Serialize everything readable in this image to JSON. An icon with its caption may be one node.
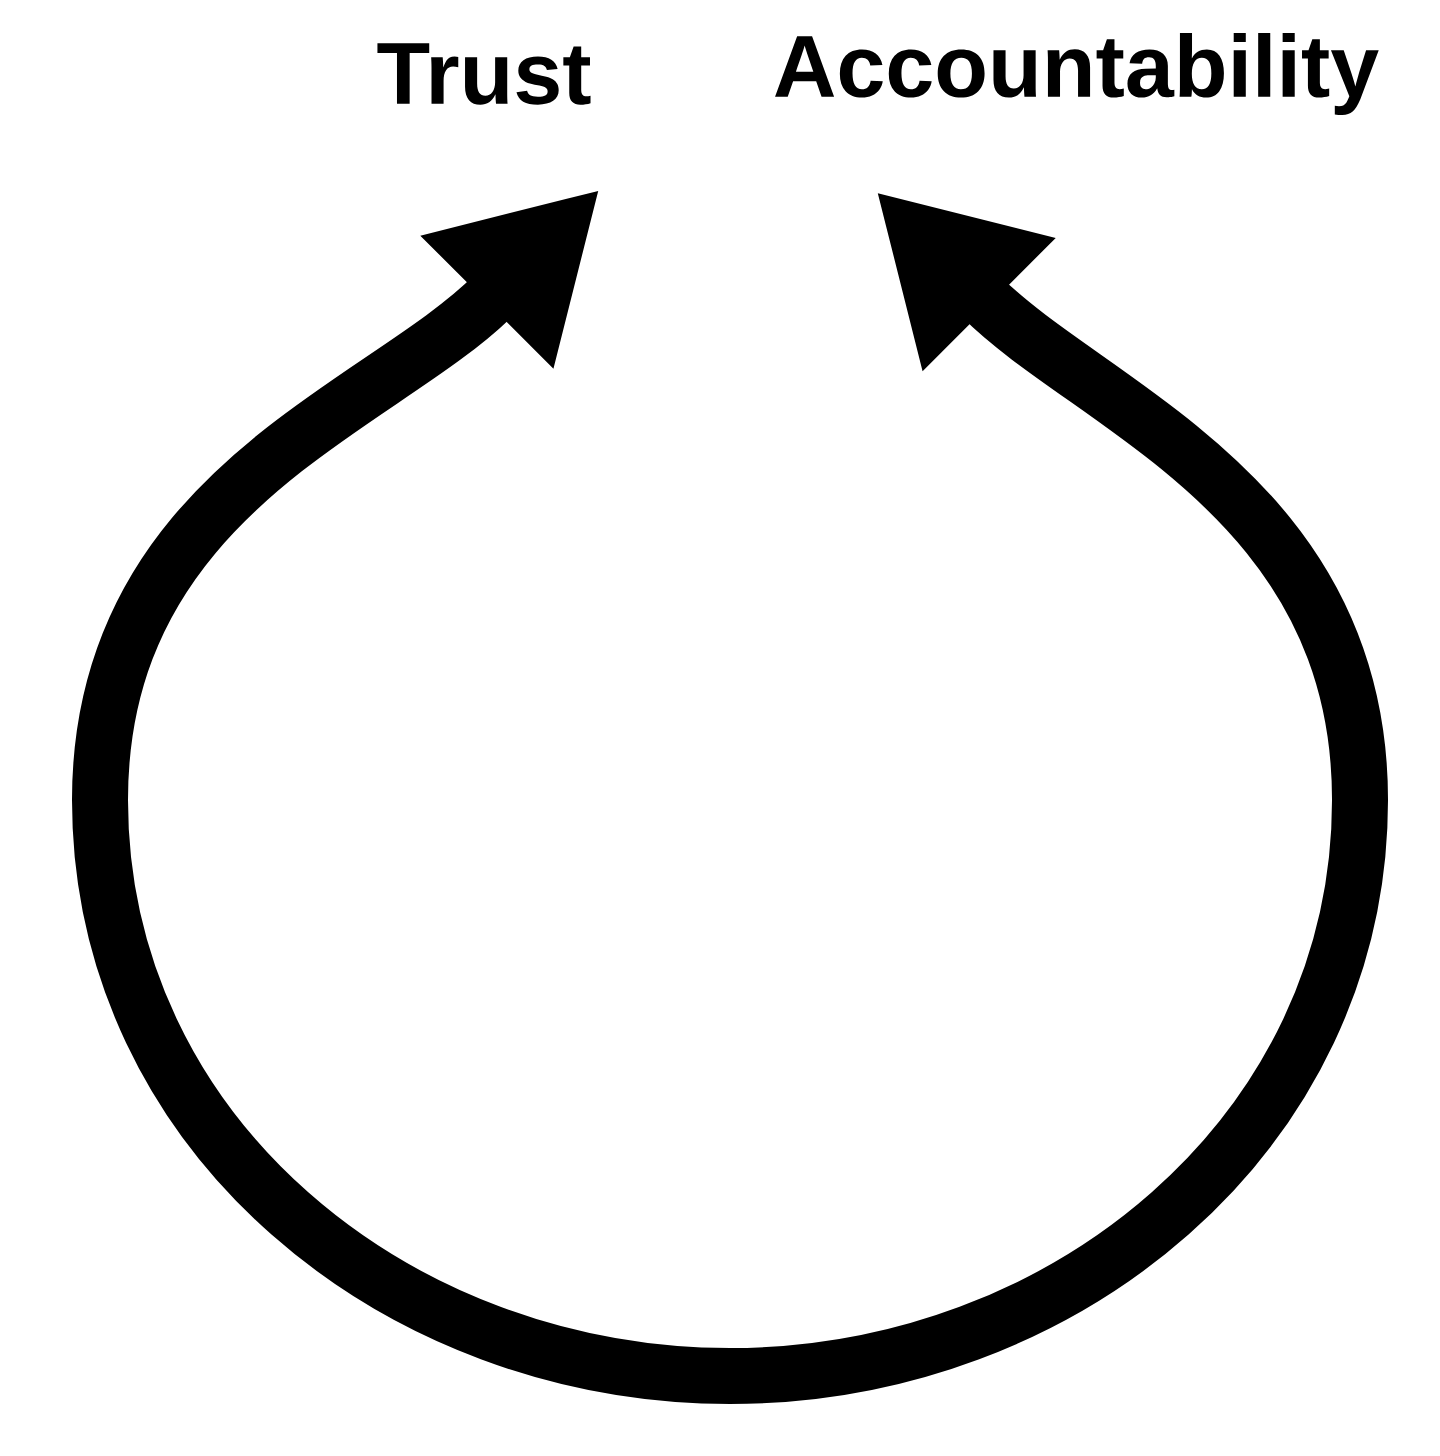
{
  "diagram": {
    "nodes": [
      {
        "text": [
          "Trust"
        ]
      },
      {
        "text": [
          "Accountability"
        ]
      }
    ],
    "edges": [
      {
        "from": 0,
        "to": 1,
        "arrow": "both"
      }
    ]
  }
}
